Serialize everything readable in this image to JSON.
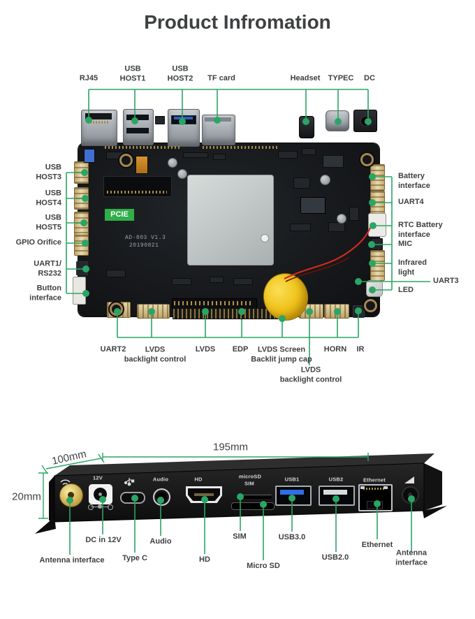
{
  "title": "Product Infromation",
  "colors": {
    "accent_green": "#2ba565",
    "badge_green": "#2fae4a",
    "label_text": "#3d3f41"
  },
  "board": {
    "silkscreen": {
      "pcie": "PCIE",
      "model": "AD-803 V1.3",
      "date": "20190821"
    },
    "top": [
      "RJ45",
      "USB\nHOST1",
      "USB\nHOST2",
      "TF card",
      "Headset",
      "TYPEC",
      "DC"
    ],
    "left": [
      "USB\nHOST3",
      "USB\nHOST4",
      "USB\nHOST5",
      "GPIO Orifice",
      "UART1/\nRS232",
      "Button\ninterface"
    ],
    "right": [
      "Battery\ninterface",
      "UART4",
      "RTC Battery\ninterface",
      "MIC",
      "Infrared\nlight",
      "UART3",
      "LED"
    ],
    "bottom": [
      "UART2",
      "LVDS\nbacklight control",
      "LVDS",
      "EDP",
      "LVDS Screen\nBacklit jump cap",
      "LVDS\nbacklight control",
      "HORN",
      "IR"
    ]
  },
  "device": {
    "dimensions": {
      "length": "195mm",
      "depth": "100mm",
      "height": "20mm"
    },
    "case_labels": [
      "12V",
      "Audio",
      "HD",
      "microSD",
      "SIM",
      "USB1",
      "USB2",
      "Ethernet"
    ],
    "callouts": [
      "Antenna interface",
      "DC in 12V",
      "Type C",
      "Audio",
      "HD",
      "SIM",
      "Micro SD",
      "USB3.0",
      "USB2.0",
      "Ethernet",
      "Antenna interface"
    ]
  }
}
